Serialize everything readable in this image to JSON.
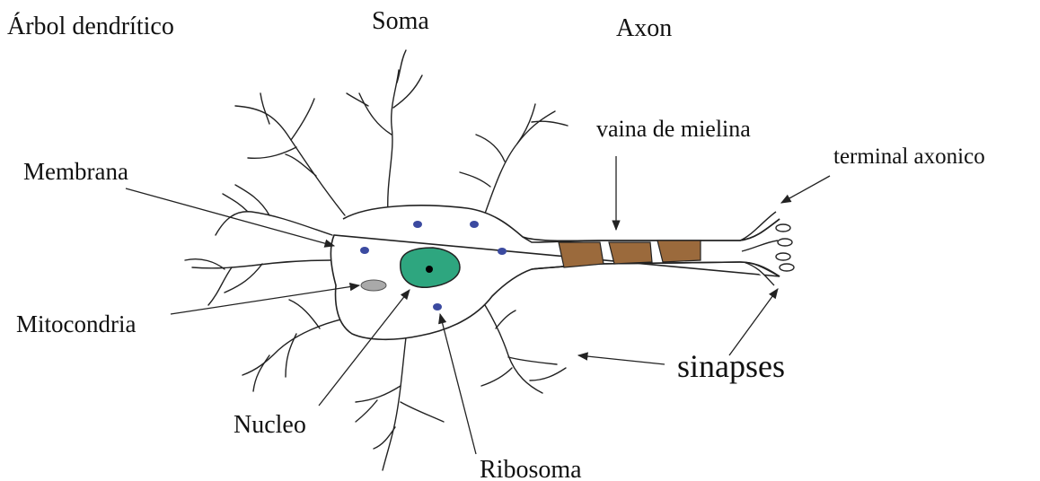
{
  "labels": {
    "arbol": "Árbol dendrítico",
    "soma": "Soma",
    "axon": "Axon",
    "vaina": "vaina de mielina",
    "terminal": "terminal axonico",
    "membrana": "Membrana",
    "mitocondria": "Mitocondria",
    "sinapses": "sinapses",
    "nucleo": "Nucleo",
    "ribosoma": "Ribosoma"
  },
  "colors": {
    "line": "#222222",
    "nucleus_fill": "#2ea67f",
    "nucleolus": "#000000",
    "ribosome": "#3b4aa0",
    "mitochondria": "#a9a9a9",
    "myelin": "#9b6a3c"
  }
}
